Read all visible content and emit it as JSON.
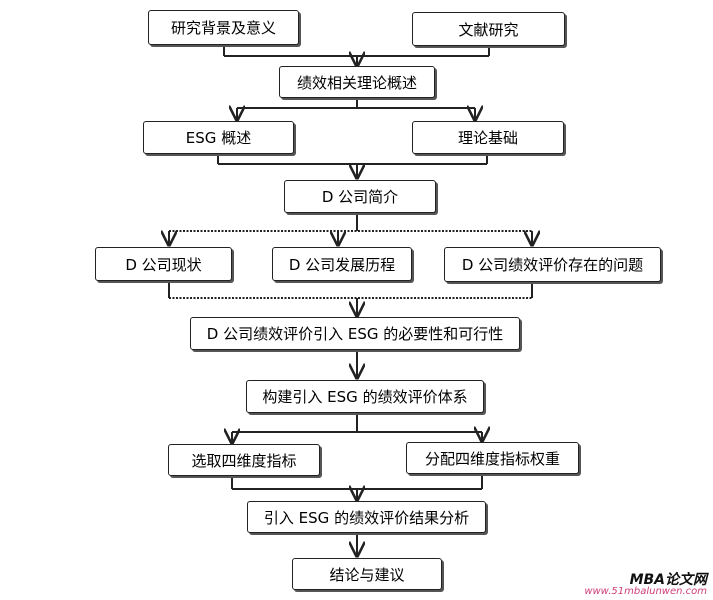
{
  "nodes": {
    "background": "研究背景及意义",
    "literature": "文献研究",
    "theory_overview": "绩效相关理论概述",
    "esg_overview": "ESG 概述",
    "theory_basis": "理论基础",
    "company_intro": "D 公司简介",
    "company_status": "D 公司现状",
    "company_history": "D 公司发展历程",
    "company_problems": "D 公司绩效评价存在的问题",
    "necessity": "D 公司绩效评价引入 ESG 的必要性和可行性",
    "build_system": "构建引入 ESG 的绩效评价体系",
    "select_indicators": "选取四维度指标",
    "assign_weights": "分配四维度指标权重",
    "result_analysis": "引入 ESG 的绩效评价结果分析",
    "conclusion": "结论与建议"
  },
  "watermark": {
    "brand": "MBA论文网",
    "url": "www.51mbalunwen.com"
  },
  "colors": {
    "stroke": "#222222",
    "shadow": "#555555",
    "watermark_url": "#d0407a"
  }
}
